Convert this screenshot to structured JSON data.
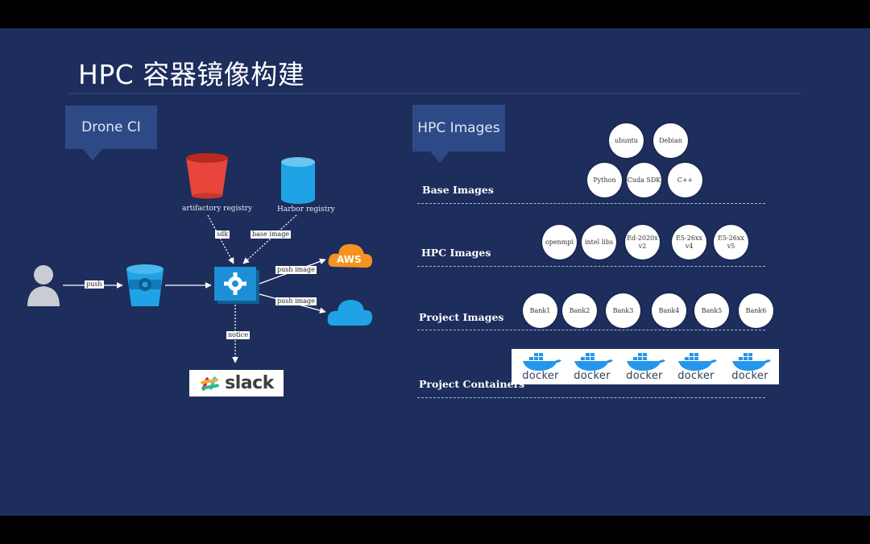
{
  "title": "HPC 容器镜像构建",
  "left_section": {
    "callout": "Drone CI",
    "nodes": {
      "artifactory": "artifactory registry",
      "harbor": "Harbor registry",
      "aws": "AWS",
      "slack": "slack"
    },
    "edges": {
      "push": "push",
      "sdk": "sdk",
      "base_image": "base image",
      "push_image_1": "push image",
      "push_image_2": "push image",
      "notice": "notice"
    }
  },
  "right_section": {
    "callout": "HPC Images",
    "rows": [
      {
        "label": "Base Images",
        "items": [
          "ubuntu",
          "Debian",
          "Python",
          "Cuda SDK",
          "C++"
        ]
      },
      {
        "label": "HPC Images",
        "items": [
          "openmpi",
          "intel libs",
          "Ed-2020x v2",
          "E5-26xx v4",
          "E5-26xx v5"
        ]
      },
      {
        "label": "Project Images",
        "items": [
          "Bank1",
          "Bank2",
          "Bank3",
          "Bank4",
          "Bank5",
          "Bank6"
        ]
      },
      {
        "label": "Project Containers",
        "items": [
          "docker",
          "docker",
          "docker",
          "docker",
          "docker"
        ]
      }
    ]
  },
  "colors": {
    "background": "#1d2d5c",
    "callout": "#2e4a86",
    "artifactory_bucket": "#e8463a",
    "harbor_cylinder": "#1fa3e6",
    "aws": "#f7921e",
    "drone": "#1fa3e6",
    "cloud": "#1fa3e6",
    "docker": "#2496ed"
  }
}
